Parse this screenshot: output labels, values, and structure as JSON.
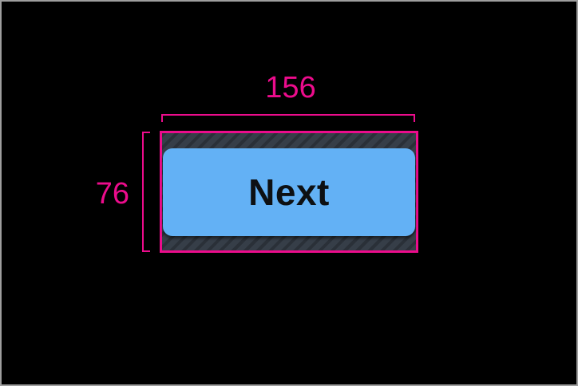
{
  "colors": {
    "canvas-bg": "#000000",
    "canvas-border": "#9e9e9e",
    "annotation": "#ec0c8c",
    "button-fill": "#63b1f5",
    "button-text": "#0d1013",
    "hatch-bg": "#363e48",
    "hatch-stripe": "#2a3038"
  },
  "diagram": {
    "width_dimension": "156",
    "height_dimension": "76",
    "button_label": "Next"
  }
}
